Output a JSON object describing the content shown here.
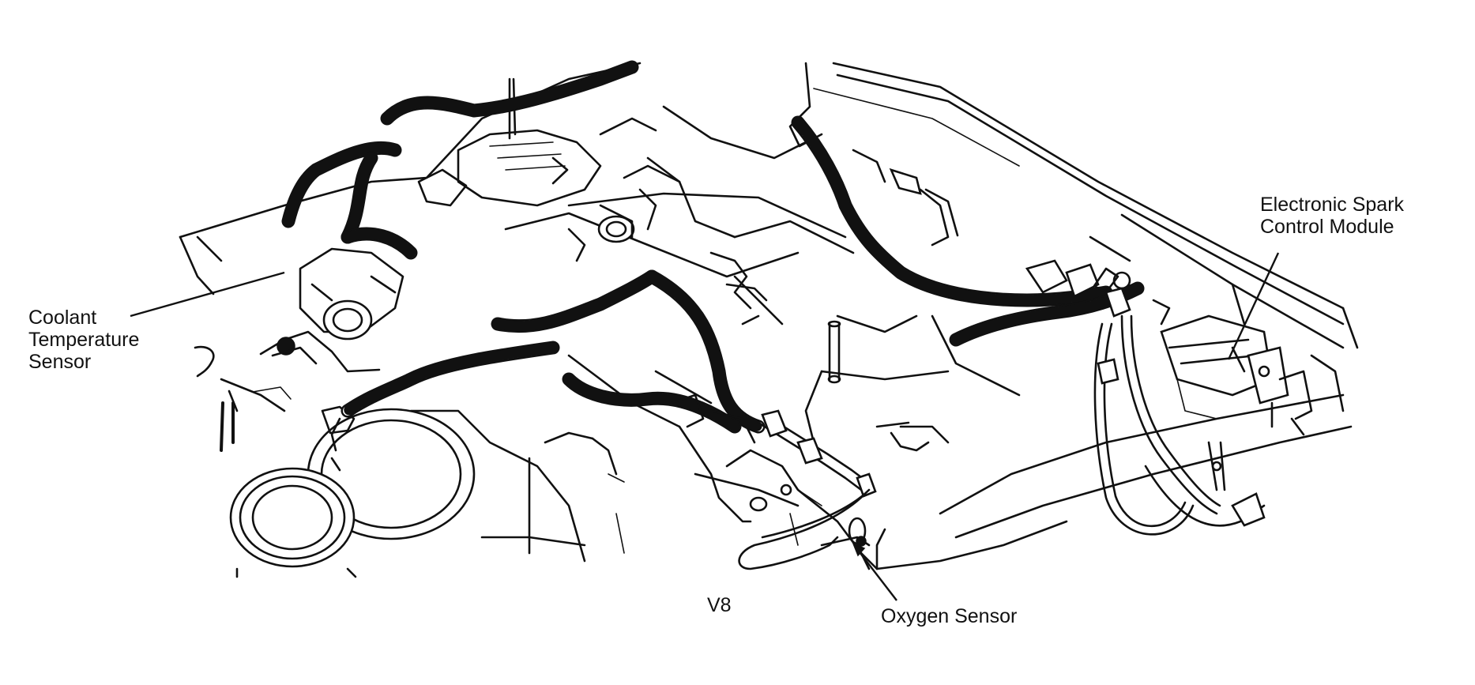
{
  "diagram": {
    "caption": "V8",
    "labels": {
      "coolant_sensor": "Coolant\nTemperature\nSensor",
      "spark_module": "Electronic Spark\nControl Module",
      "oxygen_sensor": "Oxygen Sensor"
    }
  },
  "colors": {
    "line": "#111111",
    "background": "#ffffff"
  }
}
